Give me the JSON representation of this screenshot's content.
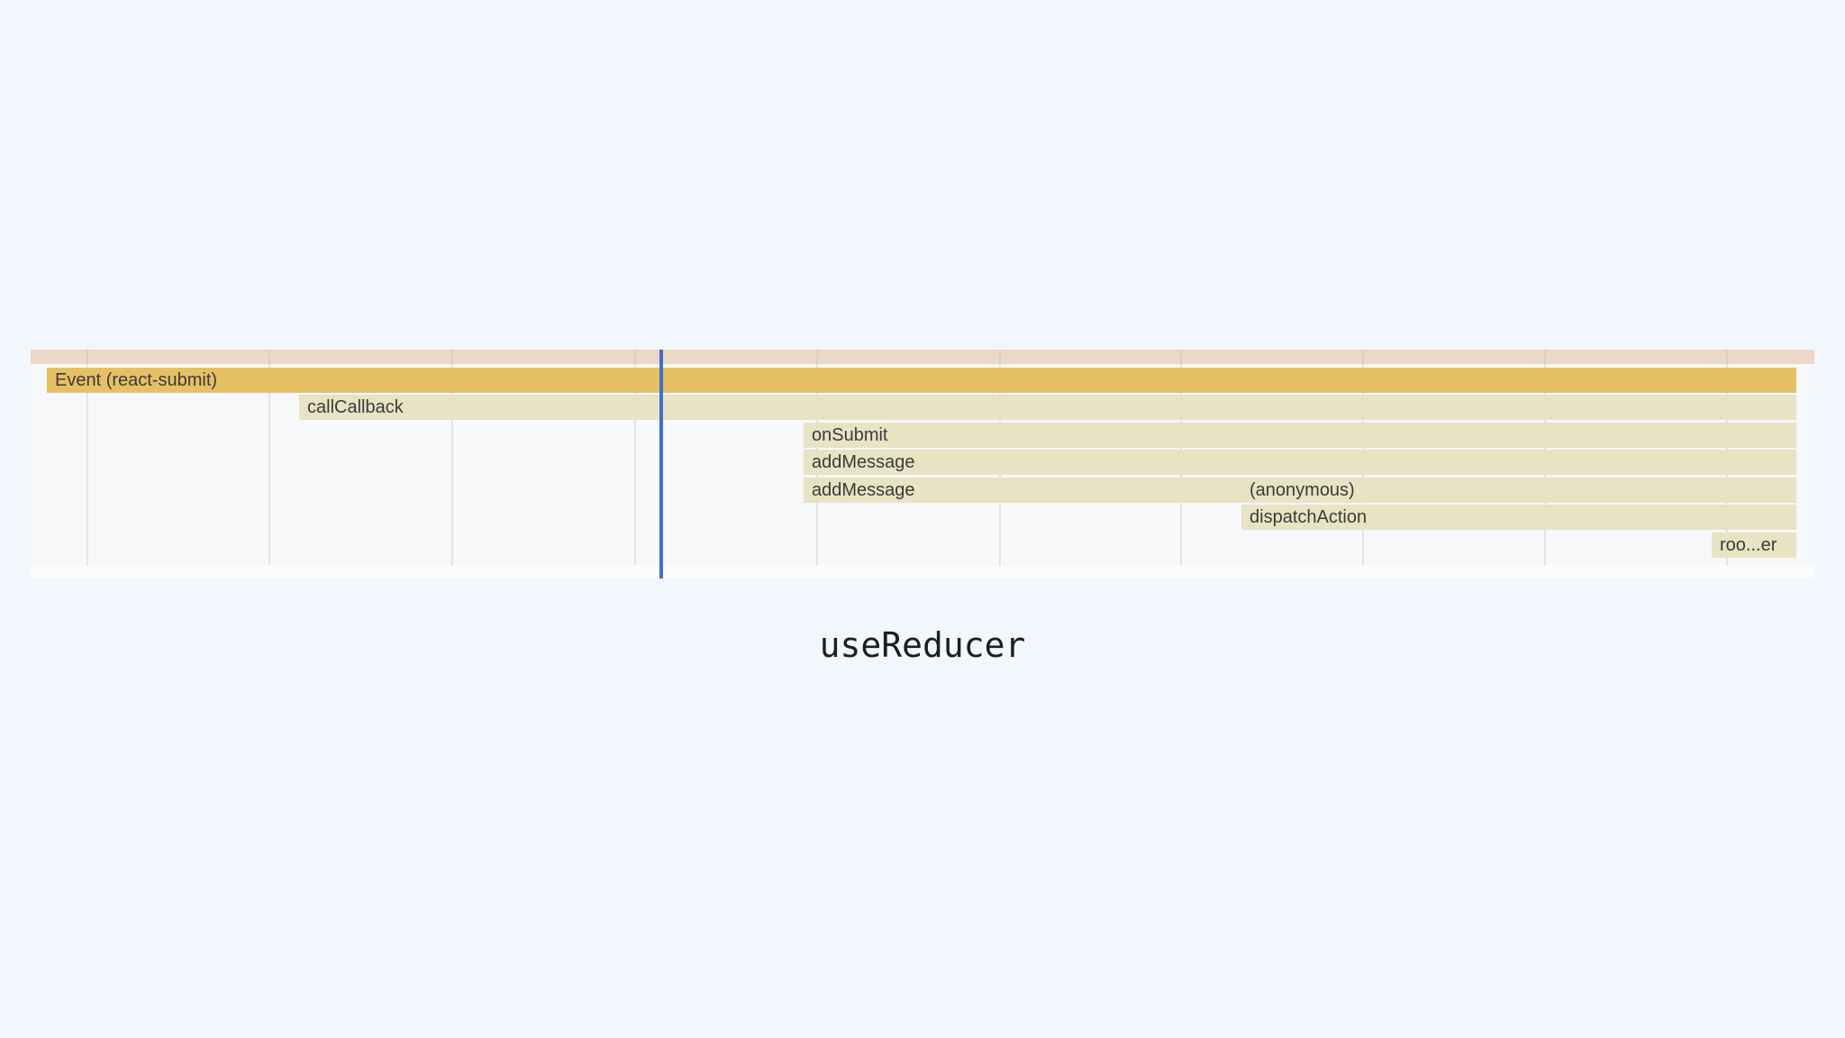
{
  "colors": {
    "background": "#f2f7fe",
    "event_bar": "#e8c064",
    "call_bar": "#e7e3c3",
    "timeline_strip": "#ecd8c6",
    "playhead": "#3f6fcf"
  },
  "flame_chart": {
    "event_label": "Event (react-submit)",
    "call_callback_label": "callCallback",
    "on_submit_label": "onSubmit",
    "add_message_label_1": "addMessage",
    "add_message_label_2": "addMessage",
    "anonymous_label": "(anonymous)",
    "dispatch_action_label": "dispatchAction",
    "root_truncated_label": "roo...er"
  },
  "caption": "useReducer"
}
